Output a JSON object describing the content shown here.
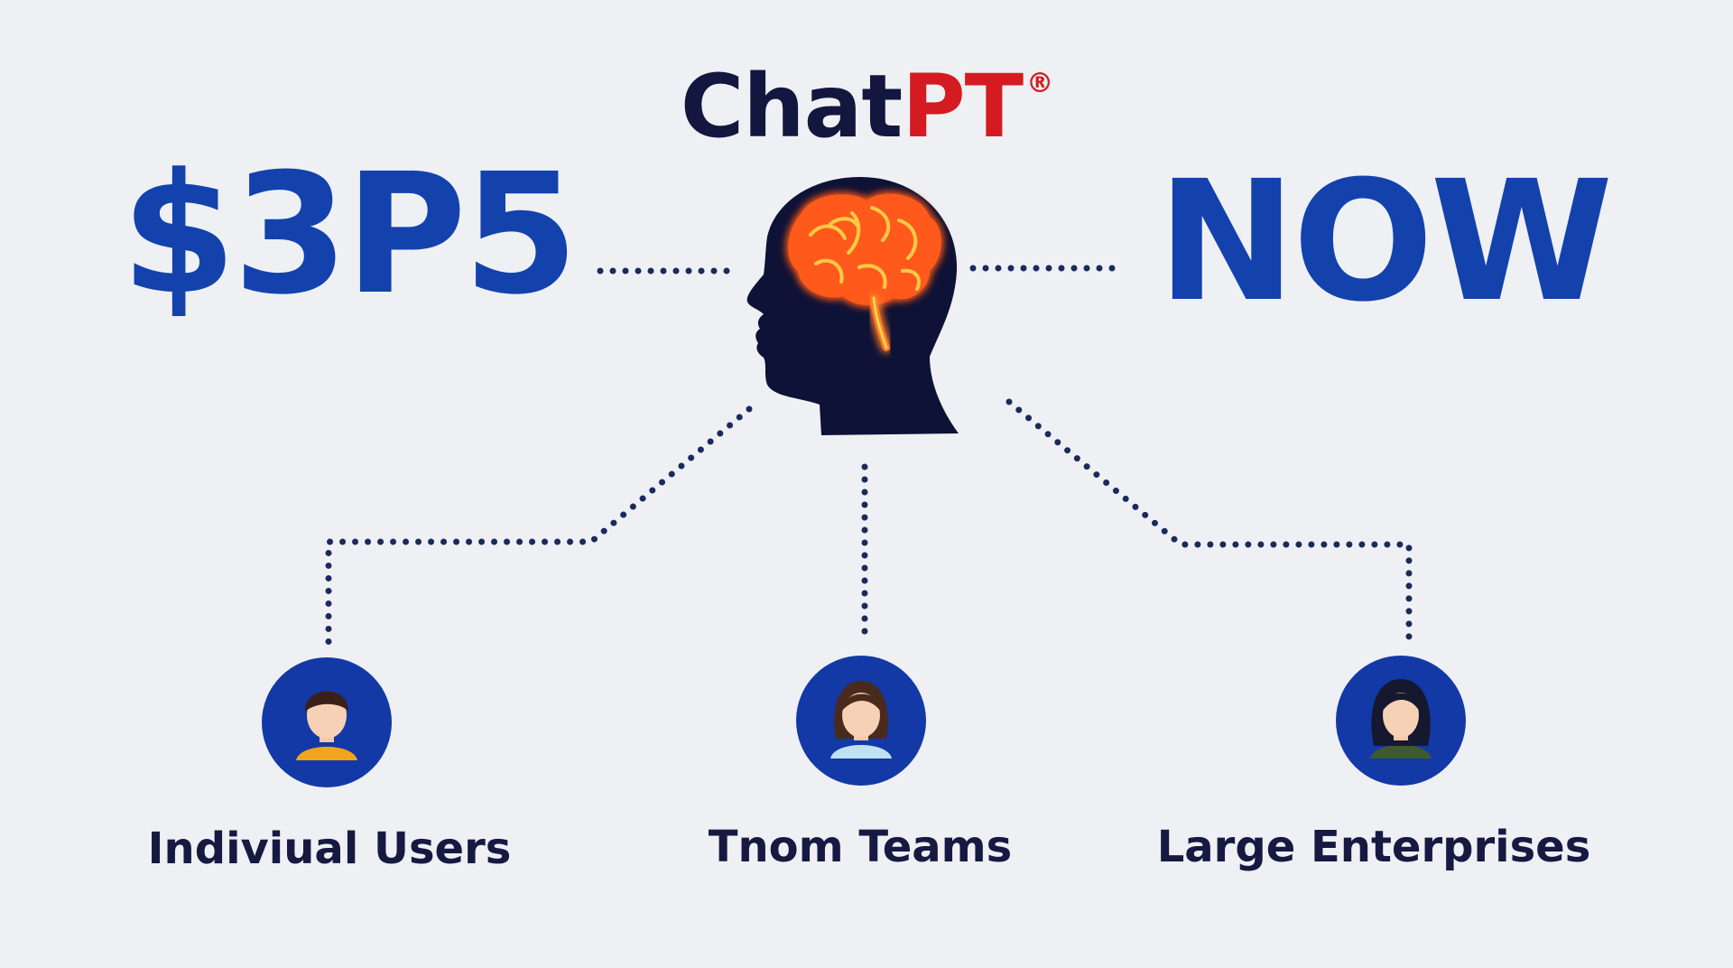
{
  "brand": {
    "part1": "Chat",
    "part2": "PT",
    "mark": "®"
  },
  "left_text": "$3P5",
  "right_text": "NOW",
  "center_icon": "head-with-glowing-brain-icon",
  "audiences": [
    {
      "label": "Indiviual Users",
      "icon": "user-avatar-icon"
    },
    {
      "label": "Tnom Teams",
      "icon": "user-avatar-icon"
    },
    {
      "label": "Large Enterprises",
      "icon": "user-avatar-icon"
    }
  ],
  "colors": {
    "background": "#eef0f3",
    "navy": "#13163f",
    "red": "#d41b22",
    "blue": "#1342ad",
    "dots": "#1b2a5c",
    "brain_glow": "#ff5a1f",
    "brain_core": "#ffd24a"
  }
}
